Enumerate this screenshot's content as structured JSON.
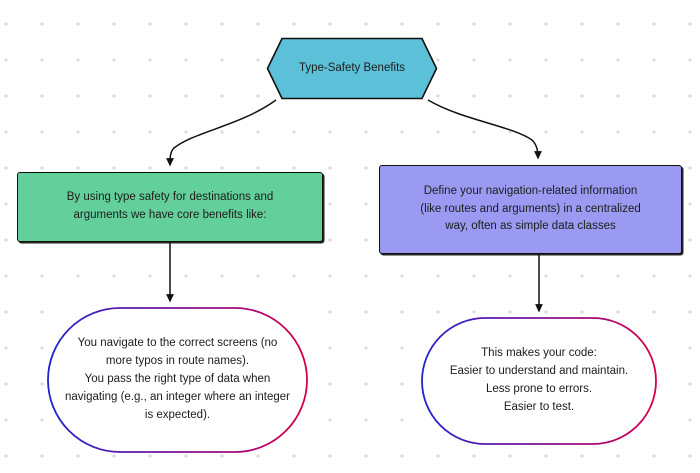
{
  "diagram": {
    "type": "flowchart",
    "direction": "top-down",
    "background": {
      "color": "#ffffff",
      "dot_color": "#dcdcdc",
      "dot_spacing": 36
    },
    "nodes": [
      {
        "id": "hex",
        "shape": "hexagon",
        "label": "Type-Safety Benefits",
        "fill": "#5bc0d8",
        "stroke": "#0f0f0f"
      },
      {
        "id": "green",
        "shape": "rectangle",
        "label": "By using type safety for destinations and\narguments we have core benefits like:",
        "fill": "#63d09b",
        "stroke": "#0f0f0f"
      },
      {
        "id": "purple",
        "shape": "rectangle",
        "label": "Define your navigation-related information\n(like routes and arguments) in a centralized\nway, often as simple data classes",
        "fill": "#9a9af2",
        "stroke": "#0f0f0f"
      },
      {
        "id": "left-stadium",
        "shape": "stadium",
        "label": "You navigate to the correct screens (no\nmore typos in route names).\nYou pass the right type of data when\nnavigating (e.g., an integer where an integer\nis expected).",
        "fill": "#ffffff",
        "stroke_gradient_from": "#2222cc",
        "stroke_gradient_to": "#d6004d"
      },
      {
        "id": "right-stadium",
        "shape": "stadium",
        "label": "This makes your code:\nEasier to understand and maintain.\nLess prone to errors.\nEasier to test.",
        "fill": "#ffffff",
        "stroke_gradient_from": "#2222cc",
        "stroke_gradient_to": "#d6004d"
      }
    ],
    "edges": [
      {
        "id": "hex-to-green",
        "from": "hex",
        "to": "green",
        "style": "curved",
        "arrow": true
      },
      {
        "id": "hex-to-purple",
        "from": "hex",
        "to": "purple",
        "style": "curved",
        "arrow": true
      },
      {
        "id": "green-to-left-stadium",
        "from": "green",
        "to": "left-stadium",
        "style": "straight",
        "arrow": true
      },
      {
        "id": "purple-to-right-stadium",
        "from": "purple",
        "to": "right-stadium",
        "style": "straight",
        "arrow": true
      }
    ]
  }
}
